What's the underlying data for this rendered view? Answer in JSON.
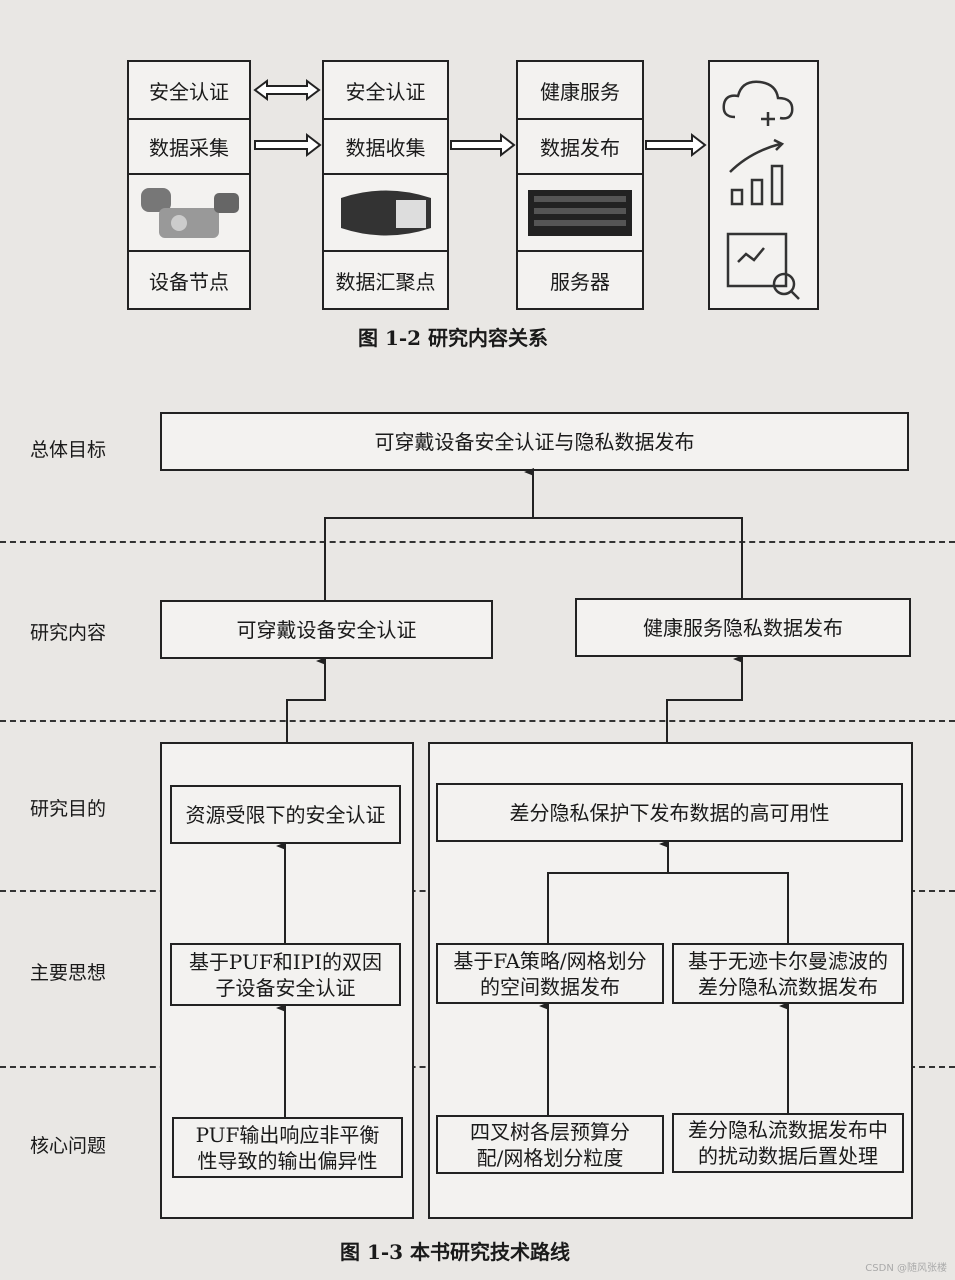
{
  "fig12": {
    "col1": {
      "row1": "安全认证",
      "row2": "数据采集",
      "row4": "设备节点"
    },
    "col2": {
      "row1": "安全认证",
      "row2": "数据收集",
      "row4": "数据汇聚点"
    },
    "col3": {
      "row1": "健康服务",
      "row2": "数据发布",
      "row4": "服务器"
    },
    "col4_icons": [
      "cloud-plus-icon",
      "bar-chart-trend-icon",
      "report-search-icon"
    ],
    "caption": "图 1-2    研究内容关系"
  },
  "fig13": {
    "levels": [
      "总体目标",
      "研究内容",
      "研究目的",
      "主要思想",
      "核心问题"
    ],
    "goal": "可穿戴设备安全认证与隐私数据发布",
    "content_left": "可穿戴设备安全认证",
    "content_right": "健康服务隐私数据发布",
    "purpose_left": "资源受限下的安全认证",
    "purpose_right": "差分隐私保护下发布数据的高可用性",
    "idea_left": "基于PUF和IPI的双因子设备安全认证",
    "idea_mid": "基于FA策略/网格划分的空间数据发布",
    "idea_right": "基于无迹卡尔曼滤波的差分隐私流数据发布",
    "core_left": "PUF输出响应非平衡性导致的输出偏异性",
    "core_mid": "四叉树各层预算分配/网格划分粒度",
    "core_right": "差分隐私流数据发布中的扰动数据后置处理",
    "caption": "图 1-3    本书研究技术路线"
  },
  "watermark": "CSDN @随风张楼"
}
